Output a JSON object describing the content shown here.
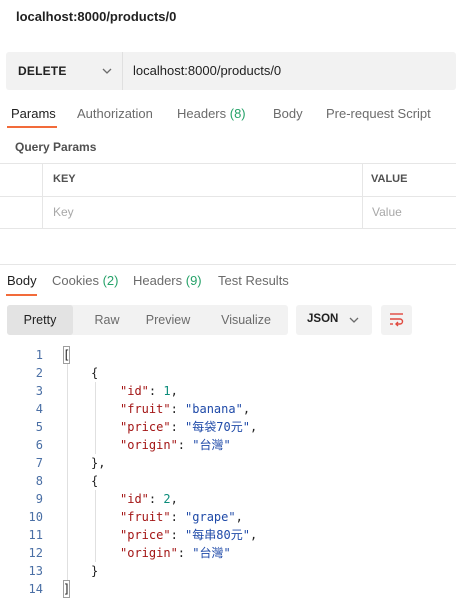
{
  "request": {
    "title": "localhost:8000/products/0",
    "method": "DELETE",
    "url": "localhost:8000/products/0"
  },
  "request_tabs": [
    {
      "label": "Params",
      "active": true
    },
    {
      "label": "Authorization"
    },
    {
      "label": "Headers ",
      "count": "(8)"
    },
    {
      "label": "Body"
    },
    {
      "label": "Pre-request Script"
    }
  ],
  "query_params": {
    "section_label": "Query Params",
    "key_header": "KEY",
    "value_header": "VALUE",
    "key_placeholder": "Key",
    "value_placeholder": "Value"
  },
  "response_tabs": [
    {
      "label": "Body",
      "active": true
    },
    {
      "label": "Cookies ",
      "count": "(2)"
    },
    {
      "label": "Headers ",
      "count": "(9)"
    },
    {
      "label": "Test Results"
    }
  ],
  "view_modes": [
    "Pretty",
    "Raw",
    "Preview",
    "Visualize"
  ],
  "format": "JSON",
  "icons": {
    "method_dropdown": "chevron-down-icon",
    "format_dropdown": "chevron-down-icon",
    "wrap": "wrap-lines-icon"
  },
  "colors": {
    "accent": "#f26b3a",
    "count": "#26a269",
    "json_key": "#a31515",
    "json_string": "#1f4aa8",
    "json_number": "#0b8c7a",
    "line_number": "#4a6fa5"
  },
  "response_body": {
    "line_numbers": [
      "1",
      "2",
      "3",
      "4",
      "5",
      "6",
      "7",
      "8",
      "9",
      "10",
      "11",
      "12",
      "13",
      "14"
    ],
    "open_array": "[",
    "close_array": "]",
    "open_obj": "{",
    "close_obj_comma": "},",
    "close_obj": "}",
    "items": [
      {
        "id_key": "\"id\"",
        "id_val": "1",
        "fruit_key": "\"fruit\"",
        "fruit_val": "\"banana\"",
        "price_key": "\"price\"",
        "price_val": "\"每袋70元\"",
        "origin_key": "\"origin\"",
        "origin_val": "\"台灣\""
      },
      {
        "id_key": "\"id\"",
        "id_val": "2",
        "fruit_key": "\"fruit\"",
        "fruit_val": "\"grape\"",
        "price_key": "\"price\"",
        "price_val": "\"每串80元\"",
        "origin_key": "\"origin\"",
        "origin_val": "\"台灣\""
      }
    ]
  }
}
